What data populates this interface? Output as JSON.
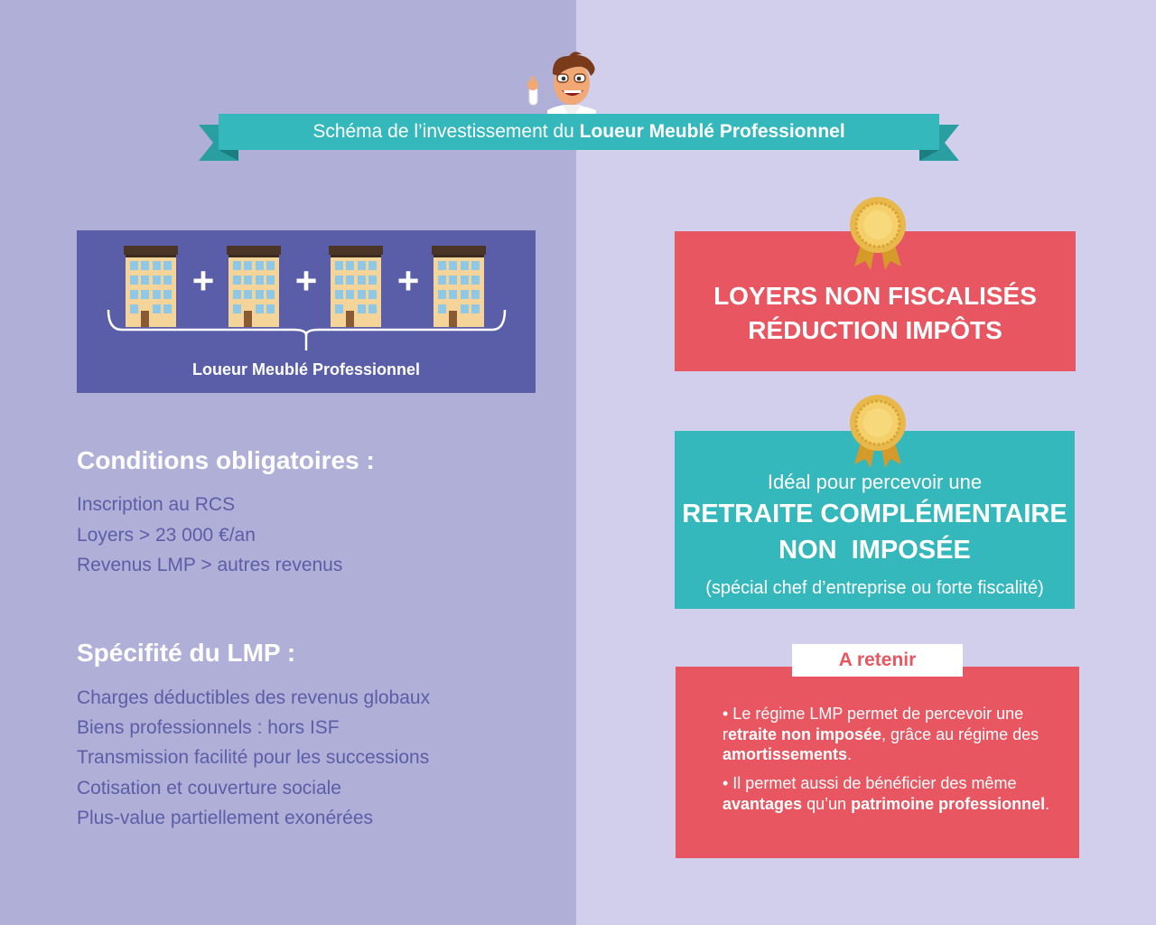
{
  "ribbon": {
    "prefix": "Schéma de l’investissement du ",
    "bold": "Loueur Meublé Professionnel"
  },
  "lmp_box": {
    "plus_sign": "+",
    "caption": "Loueur Meublé Professionnel"
  },
  "conditions": {
    "title": "Conditions obligatoires :",
    "items": [
      "Inscription au RCS",
      "Loyers > 23 000 €/an",
      "Revenus LMP > autres revenus"
    ]
  },
  "specificite": {
    "title": "Spécifité du LMP :",
    "items": [
      "Charges déductibles des revenus globaux",
      "Biens professionnels : hors ISF",
      "Transmission facilité pour les successions",
      "Cotisation et couverture sociale",
      "Plus-value partiellement exonérées"
    ]
  },
  "card_loyers": {
    "line1": "LOYERS NON FISCALISÉS",
    "line2": "RÉDUCTION IMPÔTS"
  },
  "card_retraite": {
    "intro": "Idéal pour percevoir une",
    "big1": "RETRAITE COMPLÉMENTAIRE",
    "big2": "NON  IMPOSÉE",
    "note": "(spécial chef d’entreprise ou forte fiscalité)"
  },
  "retenir": {
    "tab": "A retenir",
    "p1": {
      "a": "• Le régime LMP permet de percevoir une r",
      "b1": "etraite non imposée",
      "c": ", grâce au régime des ",
      "b2": "amortissements",
      "d": "."
    },
    "p2": {
      "a": "• Il permet aussi de bénéficier des même ",
      "b1": "avantages",
      "c": " qu’un ",
      "b2": "patrimoine professionnel",
      "d": "."
    }
  },
  "colors": {
    "left_bg": "#b0afd8",
    "right_bg": "#d1cfeb",
    "teal": "#35b8bb",
    "coral": "#e85661",
    "indigo": "#5a5ea9",
    "list_text": "#5b5ea7",
    "gold": "#e8b84a"
  },
  "icons": [
    "mascot-thumbs-up",
    "building-icon",
    "plus-icon",
    "brace-icon",
    "medal-icon"
  ]
}
